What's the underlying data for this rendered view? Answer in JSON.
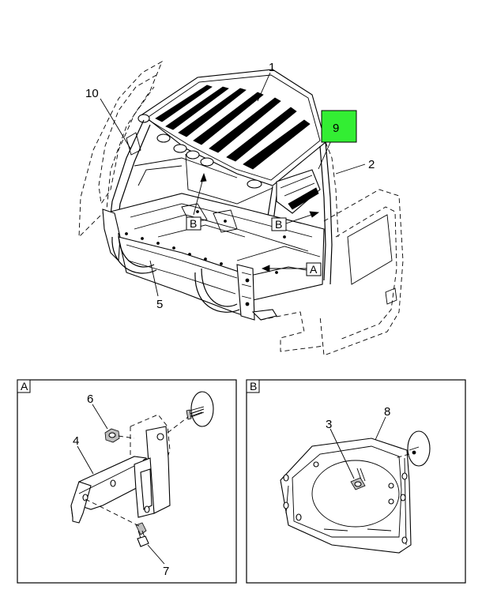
{
  "callouts": {
    "c1": "1",
    "c2": "2",
    "c3": "3",
    "c4": "4",
    "c5": "5",
    "c6": "6",
    "c7": "7",
    "c8": "8",
    "c9": "9",
    "c10": "10"
  },
  "view_refs": {
    "a": "A",
    "b": "B"
  },
  "detail_views": {
    "a": "A",
    "b": "B"
  },
  "colors": {
    "highlight": "#33ee33"
  }
}
